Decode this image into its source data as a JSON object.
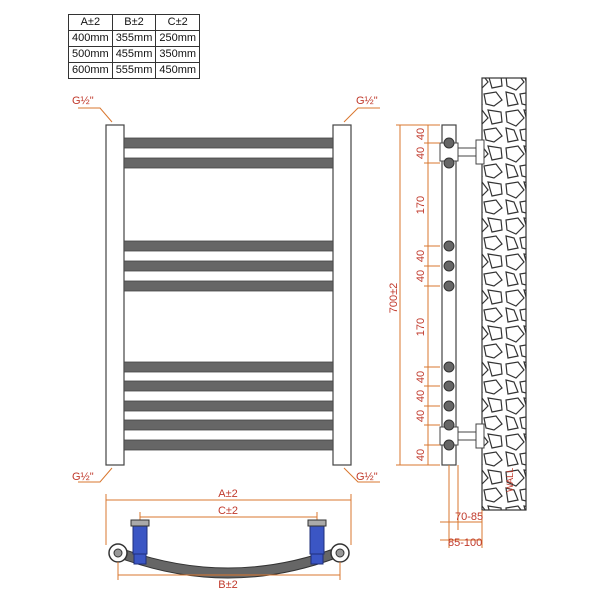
{
  "table": {
    "headers": [
      "A±2",
      "B±2",
      "C±2"
    ],
    "rows": [
      [
        "400mm",
        "355mm",
        "250mm"
      ],
      [
        "500mm",
        "455mm",
        "350mm"
      ],
      [
        "600mm",
        "555mm",
        "450mm"
      ]
    ]
  },
  "front_view": {
    "connection_top_left": "G½\"",
    "connection_top_right": "G½\"",
    "connection_bottom_left": "G½\"",
    "connection_bottom_right": "G½\""
  },
  "side_view": {
    "height_label": "700±2",
    "segments": [
      "40",
      "40",
      "170",
      "40",
      "40",
      "170",
      "40",
      "40",
      "40",
      "40"
    ],
    "depth_label_1": "70-85",
    "depth_label_2": "85-100",
    "wall_label": "WALL"
  },
  "top_view": {
    "width_a": "A±2",
    "width_c": "C±2",
    "width_b": "B±2"
  },
  "colors": {
    "dimension_line": "#d9772f",
    "dimension_text": "#c0392b",
    "bar_fill": "#666666",
    "valve_blue": "#3b56c4"
  }
}
